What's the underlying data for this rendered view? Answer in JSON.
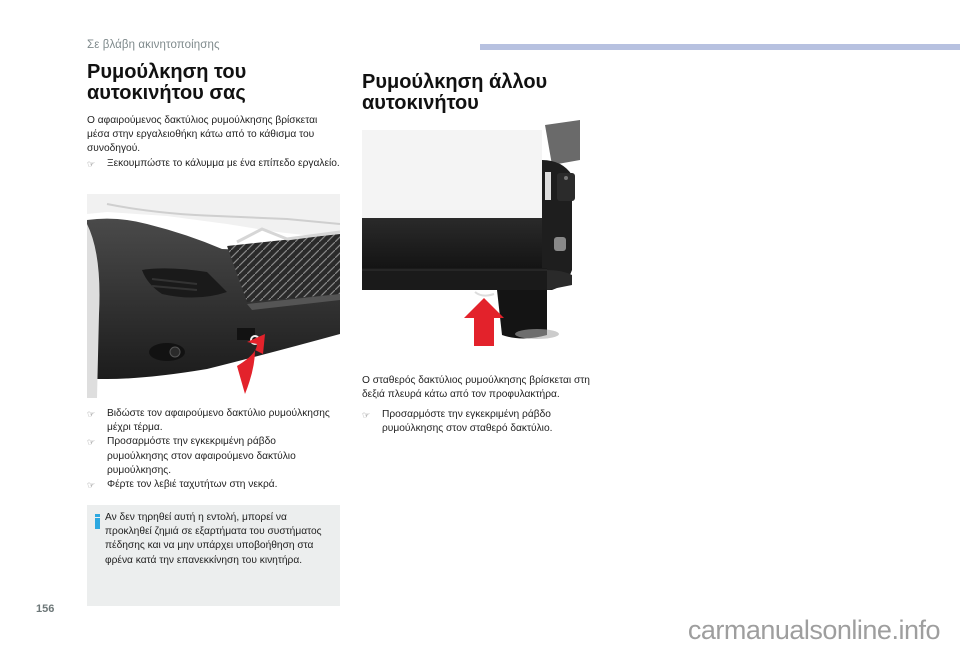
{
  "header": {
    "section_title": "Σε βλάβη ακινητοποίησης",
    "accent_bar_color": "#b7c1e0"
  },
  "left": {
    "title_line1": "Ρυμούλκηση του",
    "title_line2": "αυτοκινήτου σας",
    "intro": [
      "Ο αφαιρούμενος δακτύλιος ρυμούλκησης βρίσκεται",
      "μέσα στην εργαλειοθήκη κάτω από το κάθισμα του",
      "συνοδηγού."
    ],
    "bullet_glyph": "☞",
    "step_pre": "Ξεκουμπώστε το κάλυμμα με ένα επίπεδο εργαλείο.",
    "figure": "front-bumper-towing-eye-illustration",
    "steps": [
      {
        "line1": "Βιδώστε τον αφαιρούμενο δακτύλιο ρυμούλκησης",
        "line2": "μέχρι τέρμα.",
        "line3": ""
      },
      {
        "line1": "Προσαρμόστε την εγκεκριμένη ράβδο",
        "line2": "ρυμούλκησης στον αφαιρούμενο δακτύλιο",
        "line3": "ρυμούλκησης."
      },
      {
        "line1": "Φέρτε τον λεβιέ ταχυτήτων στη νεκρά.",
        "line2": "",
        "line3": ""
      }
    ],
    "note": {
      "icon": "info-icon",
      "lines": [
        "Αν δεν τηρηθεί αυτή η εντολή, μπορεί να",
        "προκληθεί ζημιά σε εξαρτήματα του συστήματος",
        "πέδησης και να μην υπάρχει υποβοήθηση στα",
        "φρένα κατά την επανεκκίνηση του κινητήρα."
      ]
    }
  },
  "right": {
    "title_line1": "Ρυμούλκηση άλλου",
    "title_line2": "αυτοκινήτου",
    "figure": "rear-bumper-fixed-towing-ring-illustration",
    "intro": [
      "Ο σταθερός δακτύλιος ρυμούλκησης βρίσκεται στη",
      "δεξιά πλευρά κάτω από τον προφυλακτήρα."
    ],
    "steps": [
      {
        "line1": "Προσαρμόστε την εγκεκριμένη ράβδο",
        "line2": "ρυμούλκησης στον σταθερό δακτύλιο."
      }
    ]
  },
  "footer": {
    "page_number": "156",
    "watermark": "carmanualsonline.info"
  },
  "colors": {
    "arrow_red": "#e3222b",
    "info_blue": "#2da8e0",
    "note_bg": "#eceeee"
  }
}
